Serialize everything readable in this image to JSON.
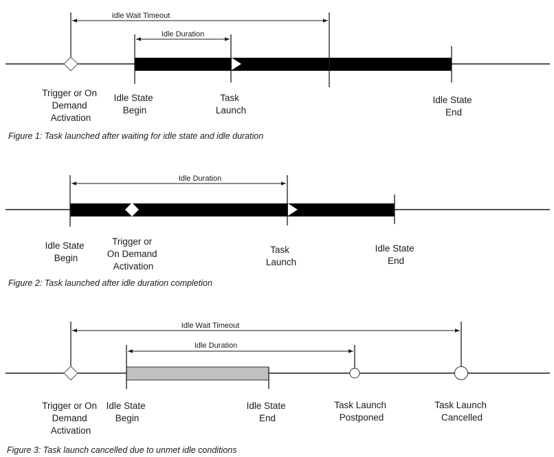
{
  "figures": [
    {
      "span_labels": [
        "Idle Wait Timeout",
        "Idle Duration"
      ],
      "event_labels": [
        [
          "Trigger or On",
          "Demand",
          "Activation"
        ],
        [
          "Idle State",
          "Begin"
        ],
        [
          "Task",
          "Launch"
        ],
        [
          "Idle State",
          "End"
        ]
      ],
      "caption": "Figure 1: Task launched after waiting for idle state and idle duration"
    },
    {
      "span_labels": [
        "Idle Duration"
      ],
      "event_labels": [
        [
          "Idle State",
          "Begin"
        ],
        [
          "Trigger or",
          "On Demand",
          "Activation"
        ],
        [
          "Task",
          "Launch"
        ],
        [
          "Idle State",
          "End"
        ]
      ],
      "caption": "Figure 2: Task launched after idle duration completion"
    },
    {
      "span_labels": [
        "Idle Wait Timeout",
        "Idle Duration"
      ],
      "event_labels": [
        [
          "Trigger or On",
          "Demand",
          "Activation"
        ],
        [
          "Idle State",
          "Begin"
        ],
        [
          "Idle State",
          "End"
        ],
        [
          "Task Launch",
          "Postponed"
        ],
        [
          "Task Launch",
          "Cancelled"
        ]
      ],
      "caption": "Figure 3: Task launch cancelled due to unmet idle conditions"
    }
  ],
  "colors": {
    "line": "#1a1a1a",
    "idle_bar": "#000000",
    "idle_bar_unmet": "#c0c0c0"
  }
}
